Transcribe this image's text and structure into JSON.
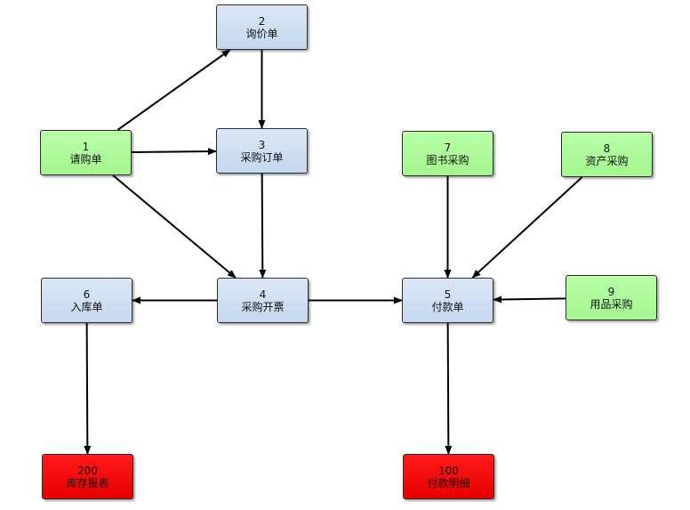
{
  "nodes": {
    "n1": {
      "id": "1",
      "label": "请购单",
      "color": "#a6f592"
    },
    "n2": {
      "id": "2",
      "label": "询价单",
      "color": "#c9dbf0"
    },
    "n3": {
      "id": "3",
      "label": "采购订单",
      "color": "#c9dbf0"
    },
    "n4": {
      "id": "4",
      "label": "采购开票",
      "color": "#c9dbf0"
    },
    "n5": {
      "id": "5",
      "label": "付款单",
      "color": "#c9dbf0"
    },
    "n6": {
      "id": "6",
      "label": "入库单",
      "color": "#c9dbf0"
    },
    "n7": {
      "id": "7",
      "label": "图书采购",
      "color": "#a6f592"
    },
    "n8": {
      "id": "8",
      "label": "资产采购",
      "color": "#a6f592"
    },
    "n9": {
      "id": "9",
      "label": "用品采购",
      "color": "#a6f592"
    },
    "n100": {
      "id": "100",
      "label": "付款明细",
      "color": "#ee0000"
    },
    "n200": {
      "id": "200",
      "label": "库存报表",
      "color": "#ee0000"
    }
  },
  "edges": [
    {
      "from": "1",
      "to": "2"
    },
    {
      "from": "1",
      "to": "3"
    },
    {
      "from": "1",
      "to": "4"
    },
    {
      "from": "2",
      "to": "3"
    },
    {
      "from": "3",
      "to": "4"
    },
    {
      "from": "4",
      "to": "6"
    },
    {
      "from": "4",
      "to": "5"
    },
    {
      "from": "7",
      "to": "5"
    },
    {
      "from": "8",
      "to": "5"
    },
    {
      "from": "9",
      "to": "5"
    },
    {
      "from": "5",
      "to": "100"
    },
    {
      "from": "6",
      "to": "200"
    }
  ]
}
